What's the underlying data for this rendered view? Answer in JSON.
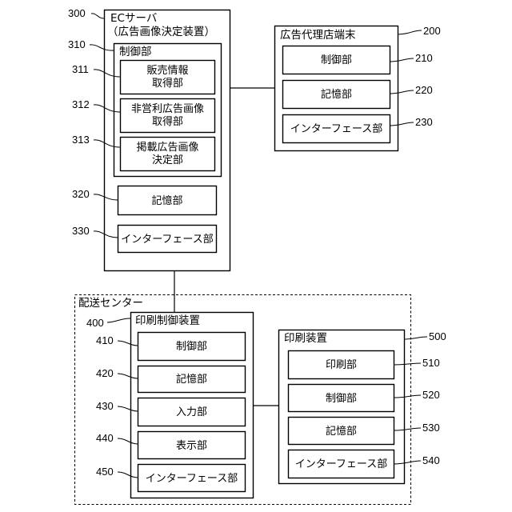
{
  "ec_server": {
    "ref": "300",
    "title": "ECサーバ",
    "subtitle": "（広告画像決定装置）",
    "control": {
      "ref": "310",
      "label": "制御部",
      "units": [
        {
          "ref": "311",
          "lines": [
            "販売情報",
            "取得部"
          ]
        },
        {
          "ref": "312",
          "lines": [
            "非営利広告画像",
            "取得部"
          ]
        },
        {
          "ref": "313",
          "lines": [
            "掲載広告画像",
            "決定部"
          ]
        }
      ]
    },
    "storage": {
      "ref": "320",
      "label": "記憶部"
    },
    "interface": {
      "ref": "330",
      "label": "インターフェース部"
    }
  },
  "ad_agency_terminal": {
    "ref": "200",
    "title": "広告代理店端末",
    "units": [
      {
        "ref": "210",
        "label": "制御部"
      },
      {
        "ref": "220",
        "label": "記憶部"
      },
      {
        "ref": "230",
        "label": "インターフェース部"
      }
    ]
  },
  "delivery_center": {
    "title": "配送センター",
    "print_control_device": {
      "ref": "400",
      "title": "印刷制御装置",
      "units": [
        {
          "ref": "410",
          "label": "制御部"
        },
        {
          "ref": "420",
          "label": "記憶部"
        },
        {
          "ref": "430",
          "label": "入力部"
        },
        {
          "ref": "440",
          "label": "表示部"
        },
        {
          "ref": "450",
          "label": "インターフェース部"
        }
      ]
    },
    "printing_device": {
      "ref": "500",
      "title": "印刷装置",
      "units": [
        {
          "ref": "510",
          "label": "印刷部"
        },
        {
          "ref": "520",
          "label": "制御部"
        },
        {
          "ref": "530",
          "label": "記憶部"
        },
        {
          "ref": "540",
          "label": "インターフェース部"
        }
      ]
    }
  },
  "colors": {
    "stroke": "#000000",
    "background": "#ffffff"
  }
}
